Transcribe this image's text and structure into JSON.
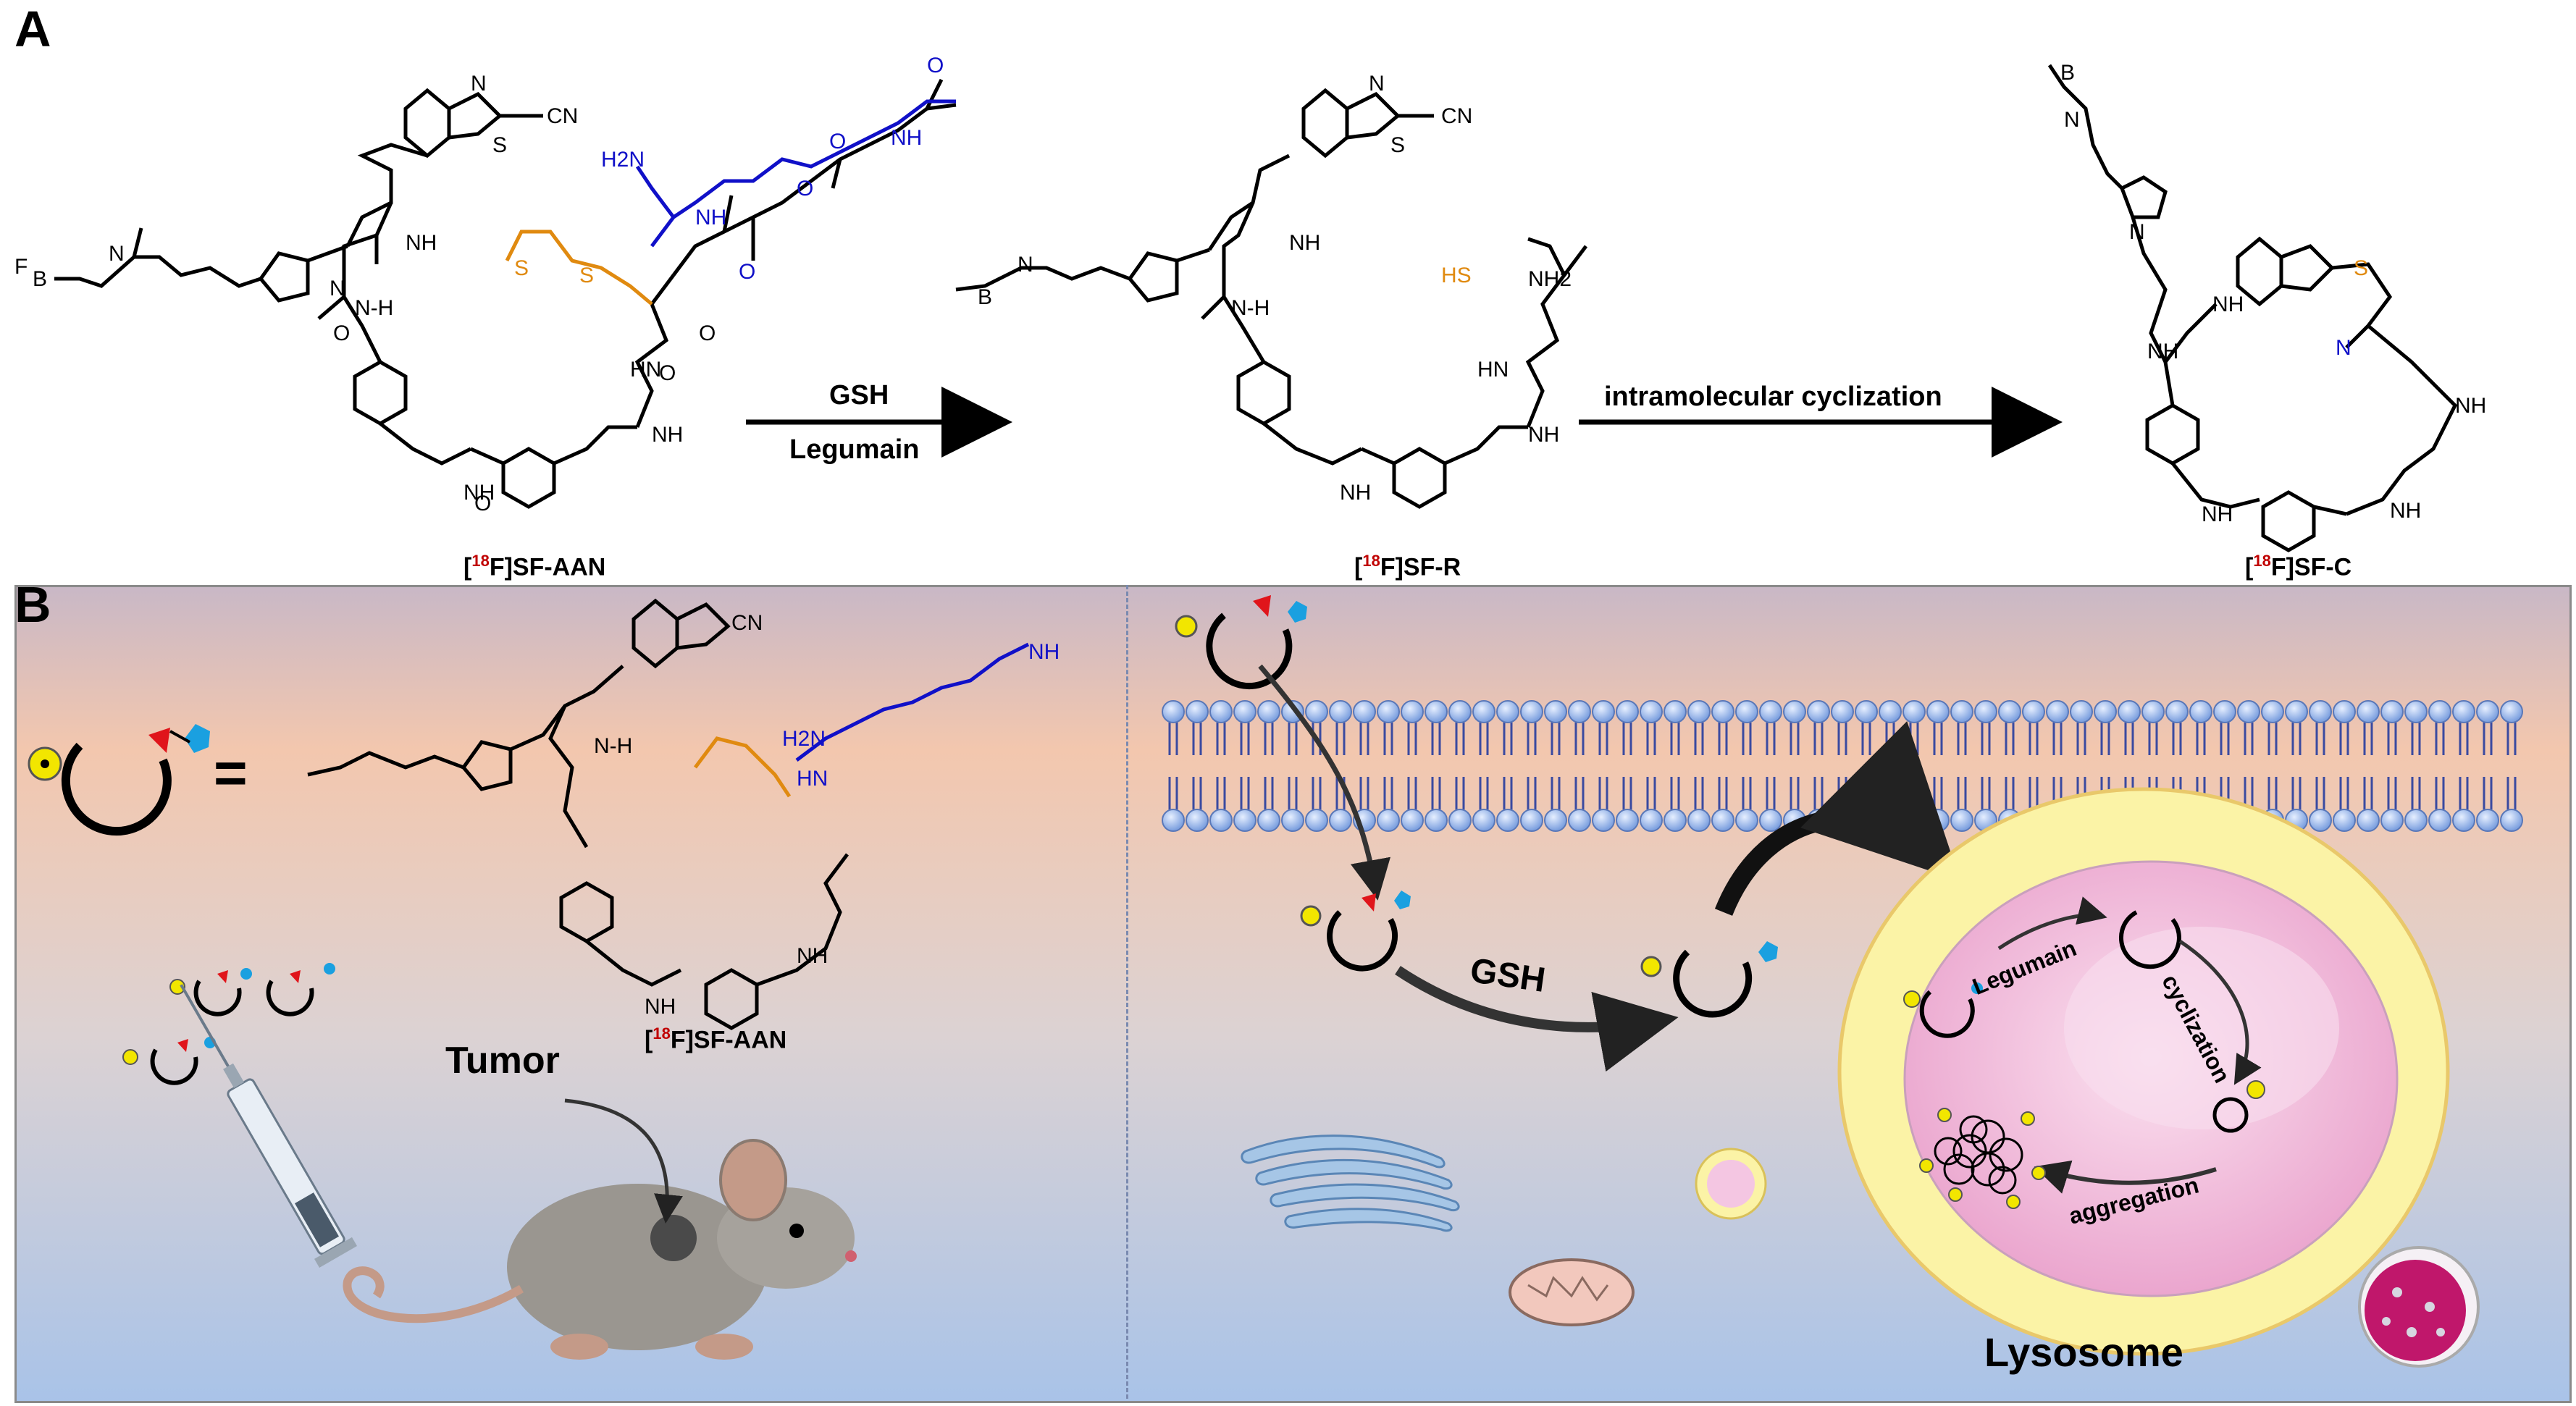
{
  "panel_a": {
    "label": "A",
    "compound1": "]SF-AAN",
    "compound2": "]SF-R",
    "compound3": "]SF-C",
    "isotope": "18",
    "arrow1_top": "GSH",
    "arrow1_bottom": "Legumain",
    "arrow2_top": "intramolecular cyclization"
  },
  "panel_b": {
    "label": "B",
    "probe_compound": "]SF-AAN",
    "isotope": "18",
    "tumor_label": "Tumor",
    "gsh_label": "GSH",
    "legumain_label": "Legumain",
    "cyclization_label": "cyclization",
    "aggregation_label": "aggregation",
    "lysosome_label": "Lysosome"
  },
  "atoms": {
    "cn": "CN",
    "s": "S",
    "n": "N",
    "nh": "NH",
    "hn": "HN",
    "h2n": "H2N",
    "nh2": "NH2",
    "o": "O",
    "b": "B",
    "f": "F",
    "hs": "HS",
    "nh_h": "N-H"
  },
  "colors": {
    "peptide_blue": "#1010c8",
    "disulfide_orange": "#e08a10",
    "isotope_red": "#c00000",
    "radio_yellow": "#f2e600",
    "flag_red": "#e0151b",
    "pentagon_blue": "#1aa0e0",
    "membrane_blue": "#8fb2e8",
    "lysosome_yellow": "#fbf3a6",
    "lysosome_pink": "#f2b9d9"
  }
}
